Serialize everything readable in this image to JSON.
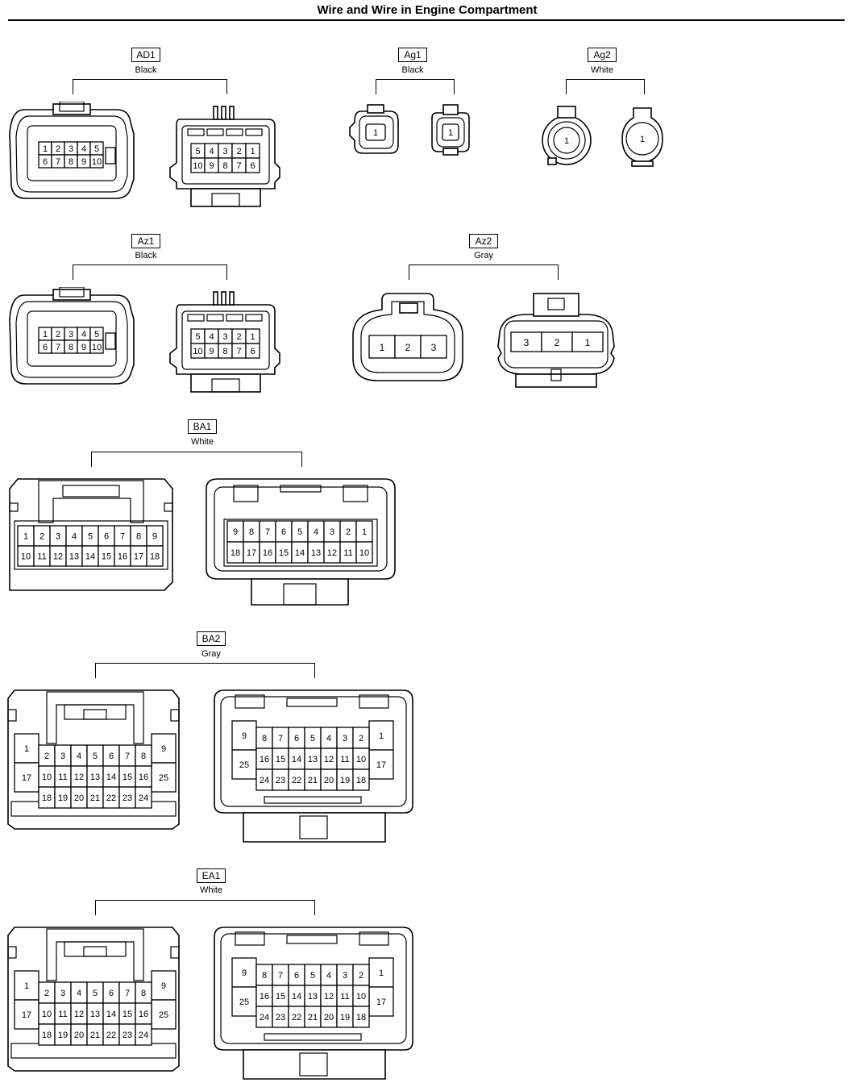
{
  "title": "Wire and Wire in Engine Compartment",
  "connectors": {
    "AD1": {
      "code": "AD1",
      "color": "Black",
      "left_rows": [
        [
          "1",
          "2",
          "3",
          "4",
          "5"
        ],
        [
          "6",
          "7",
          "8",
          "9",
          "10"
        ]
      ],
      "right_rows": [
        [
          "5",
          "4",
          "3",
          "2",
          "1"
        ],
        [
          "10",
          "9",
          "8",
          "7",
          "6"
        ]
      ]
    },
    "Ag1": {
      "code": "Ag1",
      "color": "Black",
      "left_pin": "1",
      "right_pin": "1"
    },
    "Ag2": {
      "code": "Ag2",
      "color": "White",
      "left_pin": "1",
      "right_pin": "1"
    },
    "Az1": {
      "code": "Az1",
      "color": "Black",
      "left_rows": [
        [
          "1",
          "2",
          "3",
          "4",
          "5"
        ],
        [
          "6",
          "7",
          "8",
          "9",
          "10"
        ]
      ],
      "right_rows": [
        [
          "5",
          "4",
          "3",
          "2",
          "1"
        ],
        [
          "10",
          "9",
          "8",
          "7",
          "6"
        ]
      ]
    },
    "Az2": {
      "code": "Az2",
      "color": "Gray",
      "left_row": [
        "1",
        "2",
        "3"
      ],
      "right_row": [
        "3",
        "2",
        "1"
      ]
    },
    "BA1": {
      "code": "BA1",
      "color": "White",
      "left_rows": [
        [
          "1",
          "2",
          "3",
          "4",
          "5",
          "6",
          "7",
          "8",
          "9"
        ],
        [
          "10",
          "11",
          "12",
          "13",
          "14",
          "15",
          "16",
          "17",
          "18"
        ]
      ],
      "right_rows": [
        [
          "9",
          "8",
          "7",
          "6",
          "5",
          "4",
          "3",
          "2",
          "1"
        ],
        [
          "18",
          "17",
          "16",
          "15",
          "14",
          "13",
          "12",
          "11",
          "10"
        ]
      ]
    },
    "BA2": {
      "code": "BA2",
      "color": "Gray",
      "left": {
        "side_l": [
          "1",
          "17"
        ],
        "side_r": [
          "9",
          "25"
        ],
        "rows": [
          [
            "2",
            "3",
            "4",
            "5",
            "6",
            "7",
            "8"
          ],
          [
            "10",
            "11",
            "12",
            "13",
            "14",
            "15",
            "16"
          ],
          [
            "18",
            "19",
            "20",
            "21",
            "22",
            "23",
            "24"
          ]
        ]
      },
      "right": {
        "side_l": [
          "9",
          "25"
        ],
        "side_r": [
          "1",
          "17"
        ],
        "rows": [
          [
            "8",
            "7",
            "6",
            "5",
            "4",
            "3",
            "2"
          ],
          [
            "16",
            "15",
            "14",
            "13",
            "12",
            "11",
            "10"
          ],
          [
            "24",
            "23",
            "22",
            "21",
            "20",
            "19",
            "18"
          ]
        ]
      }
    },
    "EA1": {
      "code": "EA1",
      "color": "White",
      "left": {
        "side_l": [
          "1",
          "17"
        ],
        "side_r": [
          "9",
          "25"
        ],
        "rows": [
          [
            "2",
            "3",
            "4",
            "5",
            "6",
            "7",
            "8"
          ],
          [
            "10",
            "11",
            "12",
            "13",
            "14",
            "15",
            "16"
          ],
          [
            "18",
            "19",
            "20",
            "21",
            "22",
            "23",
            "24"
          ]
        ]
      },
      "right": {
        "side_l": [
          "9",
          "25"
        ],
        "side_r": [
          "1",
          "17"
        ],
        "rows": [
          [
            "8",
            "7",
            "6",
            "5",
            "4",
            "3",
            "2"
          ],
          [
            "16",
            "15",
            "14",
            "13",
            "12",
            "11",
            "10"
          ],
          [
            "24",
            "23",
            "22",
            "21",
            "20",
            "19",
            "18"
          ]
        ]
      }
    }
  }
}
